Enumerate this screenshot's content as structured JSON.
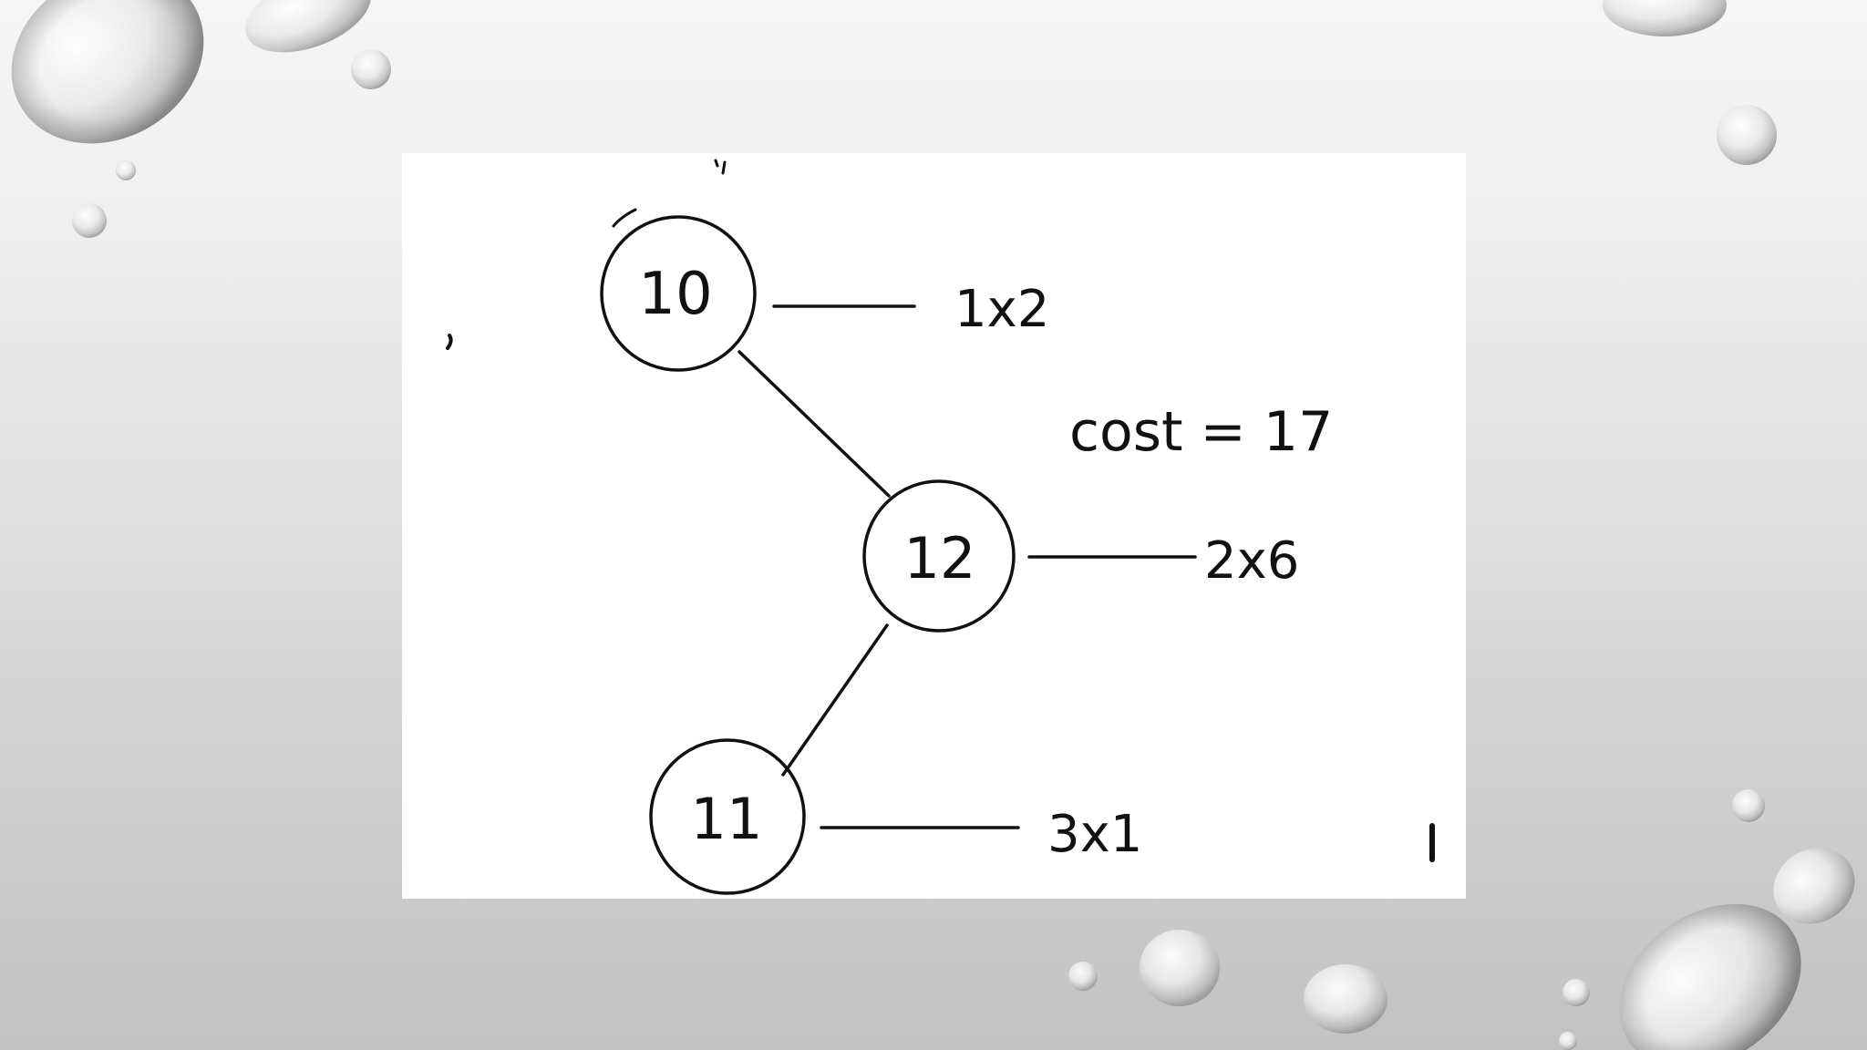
{
  "slide": {
    "background": "#e0e0e0",
    "decoration": "water-droplets"
  },
  "diagram": {
    "nodes": [
      {
        "id": "n10",
        "label": "10",
        "weight_label": "1x2"
      },
      {
        "id": "n12",
        "label": "12",
        "weight_label": "2x6"
      },
      {
        "id": "n11",
        "label": "11",
        "weight_label": "3x1"
      }
    ],
    "edges": [
      {
        "from": "n10",
        "to": "n12"
      },
      {
        "from": "n12",
        "to": "n11"
      }
    ],
    "cost_label": "cost = 17"
  },
  "colors": {
    "ink": "#111111",
    "paper": "#ffffff"
  }
}
